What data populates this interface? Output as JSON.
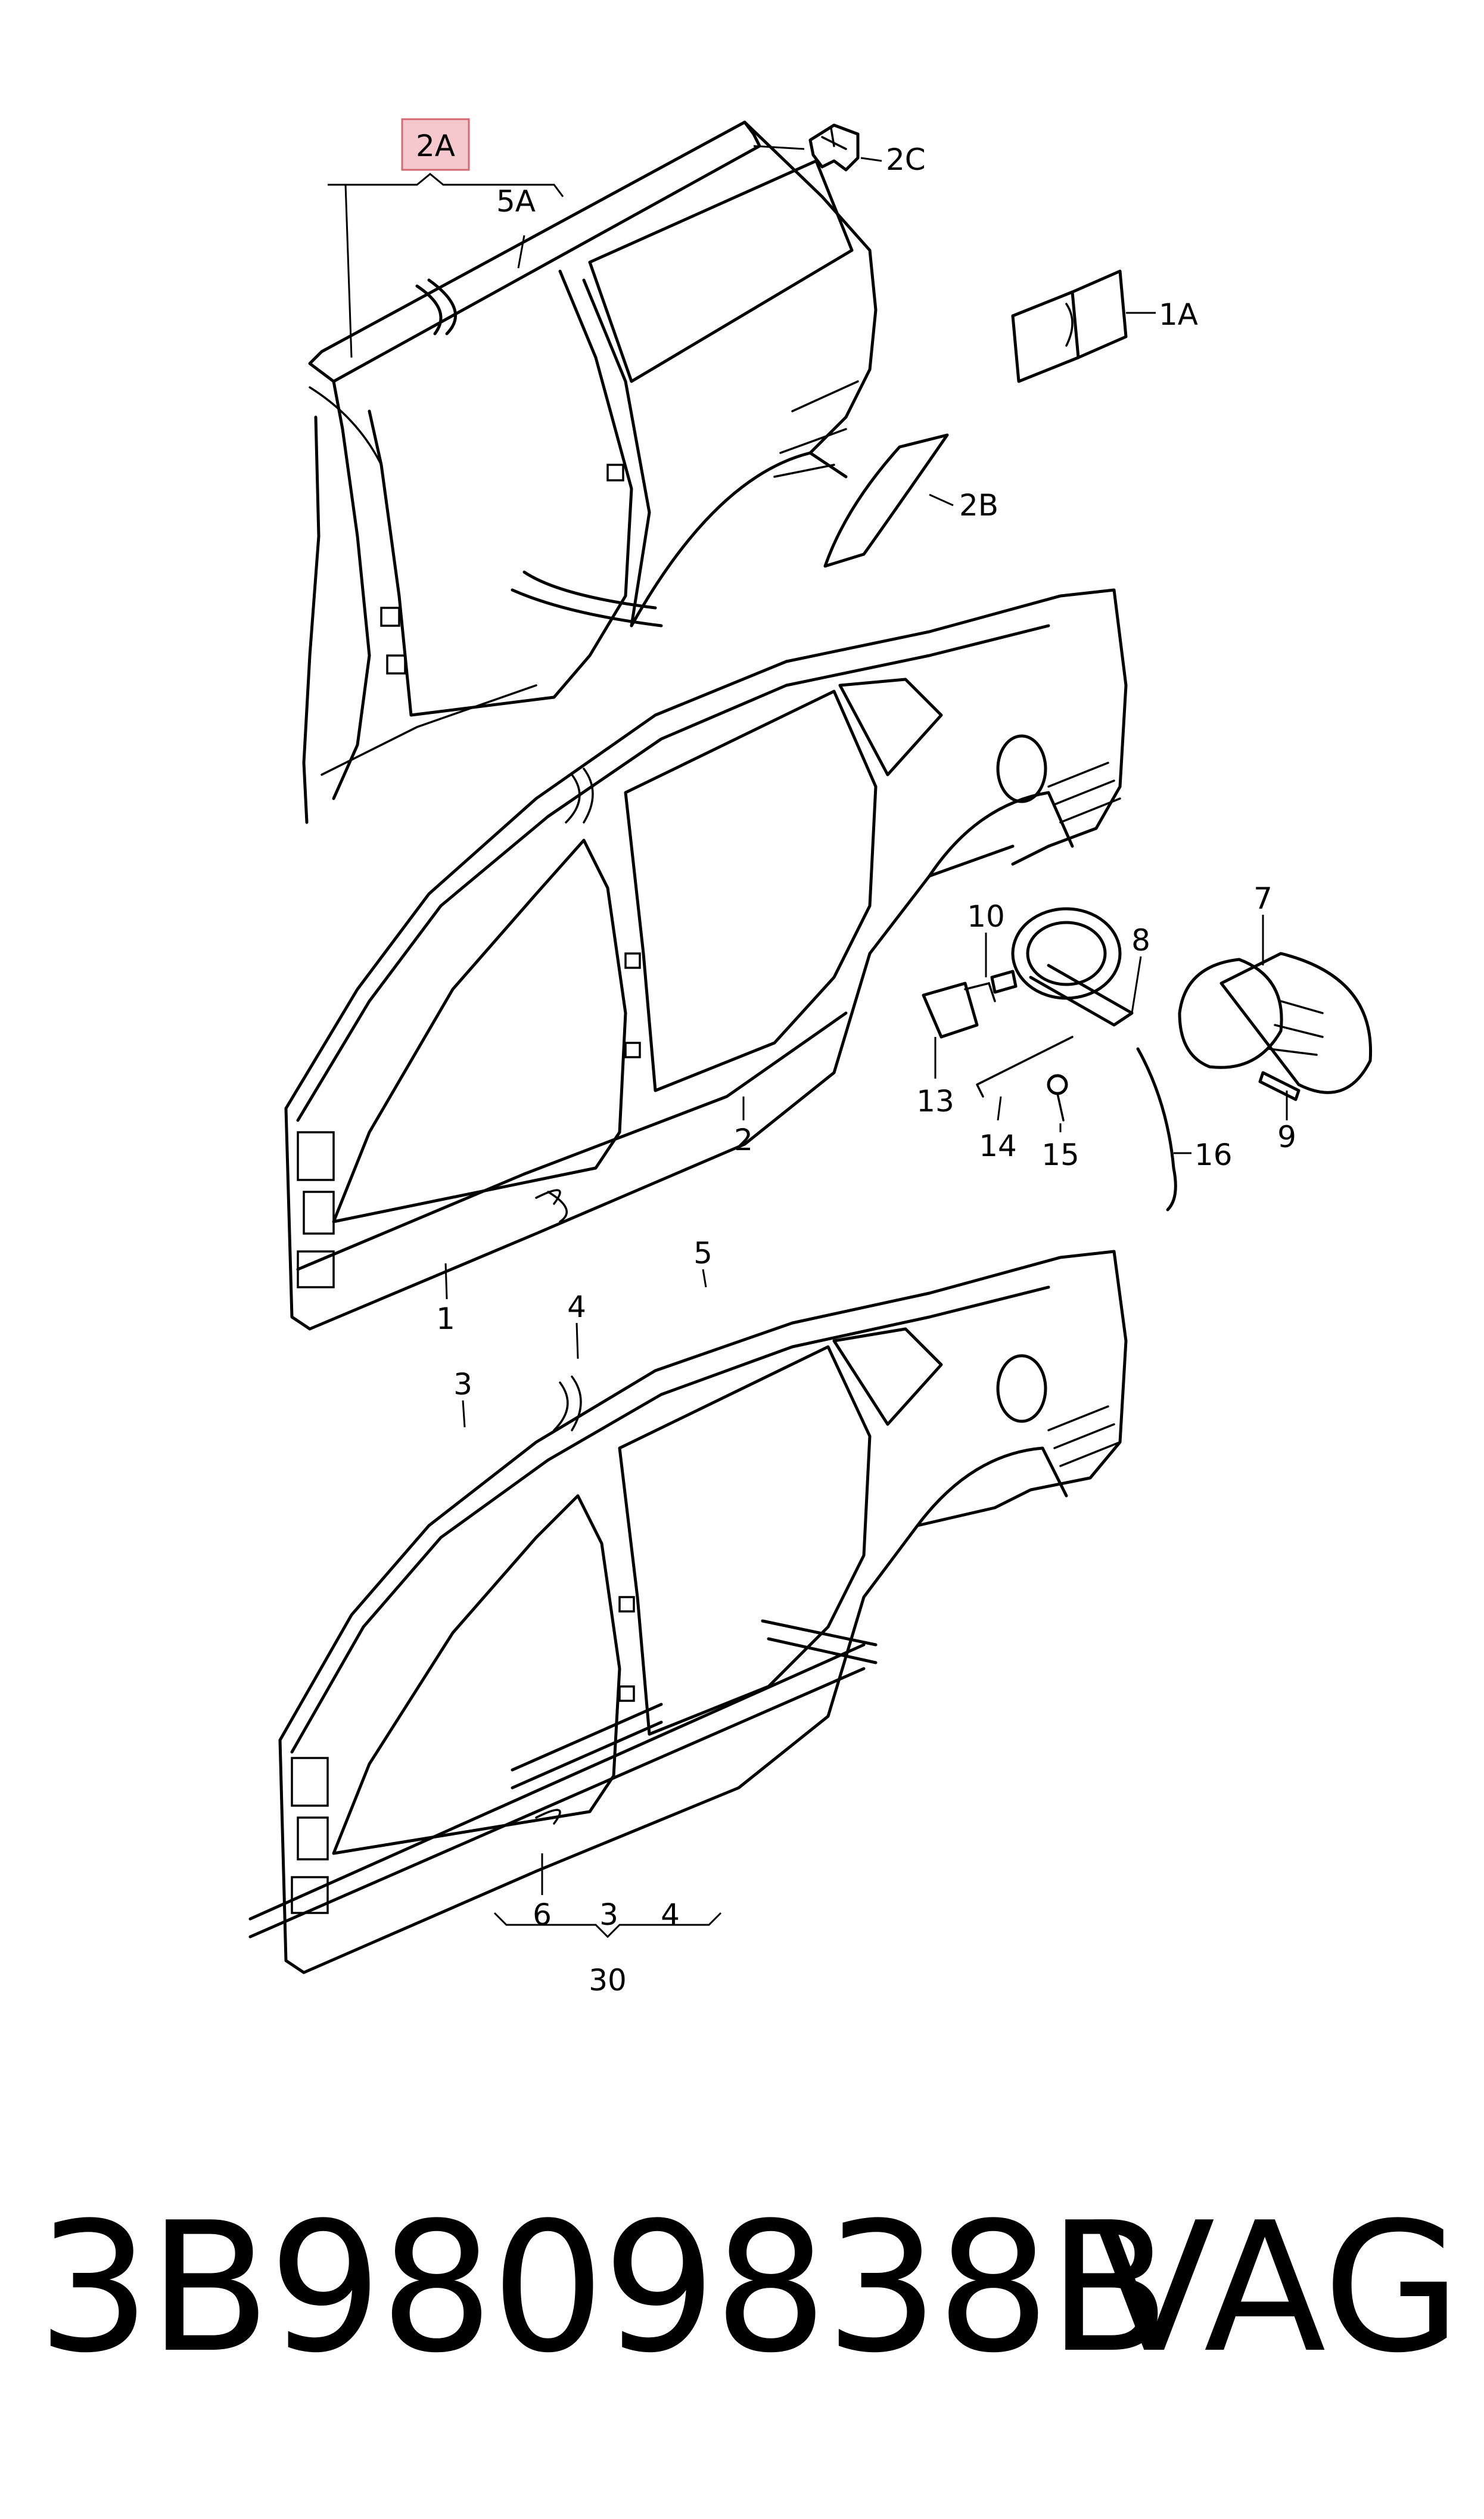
{
  "diagram": {
    "highlighted_callout": "2A",
    "callouts": {
      "c2A": "2A",
      "c5A": "5A",
      "c2C": "2C",
      "c1A": "1A",
      "c2B": "2B",
      "c10": "10",
      "c8": "8",
      "c7": "7",
      "c13": "13",
      "c14": "14",
      "c15": "15",
      "c16": "16",
      "c9": "9",
      "c2": "2",
      "c1": "1",
      "c5": "5",
      "c4": "4",
      "c3": "3",
      "c6": "6",
      "c3b": "3",
      "c4b": "4",
      "c30": "30"
    }
  },
  "footer": {
    "part_number": "3B9809838B",
    "brand": "VAG"
  },
  "colors": {
    "line": "#000000",
    "highlight_fill": "#f4c8cc",
    "highlight_border": "#d56a73"
  }
}
